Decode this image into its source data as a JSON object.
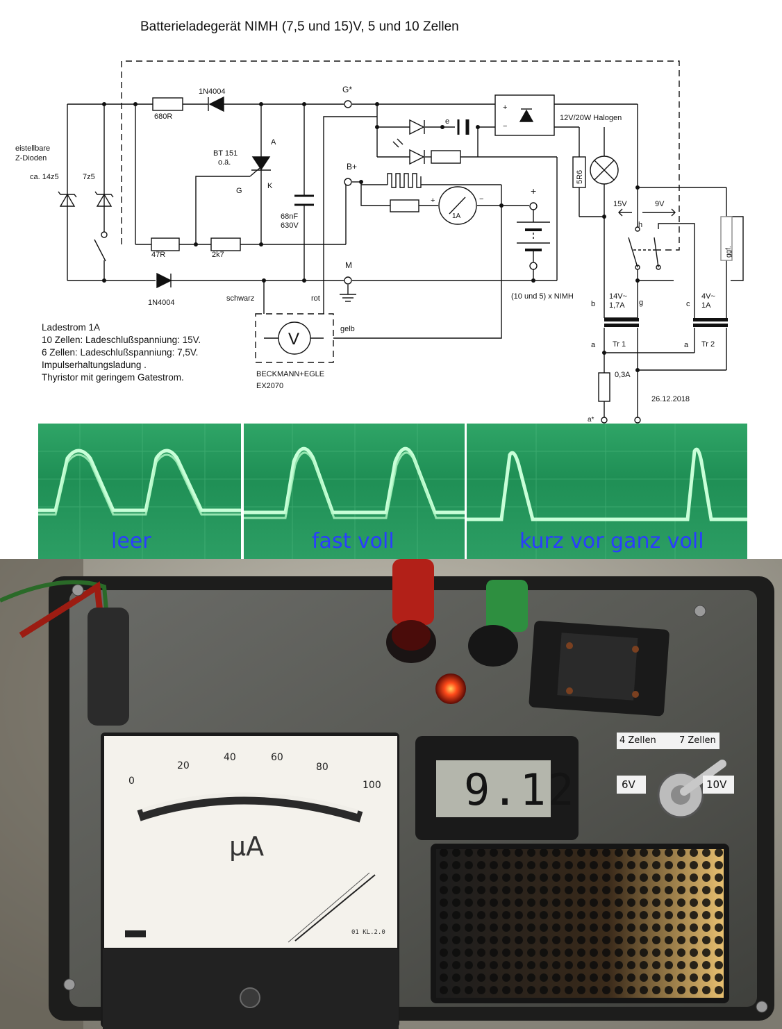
{
  "schematic": {
    "title": "Batterieladegerät NIMH  (7,5 und 15)V, 5 und 10 Zellen",
    "labels": {
      "diode_top": "1N4004",
      "res_680": "680R",
      "node_g": "G*",
      "zener_caption_1": "eistellbare",
      "zener_caption_2": "Z-Dioden",
      "zener_1": "ca. 14z5",
      "zener_2": "7z5",
      "thyristor": "BT 151",
      "thyristor_alt": "o.ä.",
      "anode": "A",
      "gate": "G",
      "kathode": "K",
      "cap_value": "68nF",
      "cap_voltage": "630V",
      "node_e": "e",
      "node_b": "B+",
      "ammeter_range": "1A",
      "lamp": "12V/20W Halogen",
      "res_5r6": "5R6",
      "res_47": "47R",
      "res_2k7": "2k7",
      "diode_bottom": "1N4004",
      "node_m": "M",
      "wire_black": "schwarz",
      "wire_red": "rot",
      "wire_yellow": "gelb",
      "battery": "(10 und 5) x NIMH",
      "meter_brand": "BECKMANN+EGLE",
      "meter_model": "EX2070",
      "volt_symbol": "V",
      "plus": "+",
      "minus": "−",
      "sw_15v": "15V",
      "sw_9v": "9V",
      "node_h": "h",
      "tr1_rating_1": "14V~",
      "tr1_rating_2": "1,7A",
      "tr2_rating_1": "4V~",
      "tr2_rating_2": "1A",
      "node_b2": "b",
      "node_g2": "g",
      "node_c": "c",
      "node_a1": "a",
      "node_a2": "a",
      "tr1": "Tr 1",
      "tr2": "Tr 2",
      "fuse": "0,3A",
      "optional": "ggf.",
      "node_a_star": "a*",
      "date": "26.12.2018"
    },
    "notes": [
      "Ladestrom 1A",
      "10 Zellen: Ladeschlußspanniung: 15V.",
      "6 Zellen: Ladeschlußspanniung: 7,5V.",
      "Impulserhaltungsladung .",
      "Thyristor mit geringem Gatestrom."
    ]
  },
  "oscillograms": [
    {
      "caption": "leer"
    },
    {
      "caption": "fast voll"
    },
    {
      "caption": "kurz vor ganz voll"
    }
  ],
  "photo": {
    "meter_scale": [
      "0",
      "20",
      "40",
      "60",
      "80",
      "100"
    ],
    "meter_unit": "µA",
    "meter_class": "01 KL.2.0",
    "display_value": "9.12",
    "switch_left_top": "4 Zellen",
    "switch_right_top": "7 Zellen",
    "switch_left": "6V",
    "switch_right": "10V"
  },
  "colors": {
    "trace": "#c8ffd8",
    "screen": "#239a5c",
    "caption": "#2a3cff",
    "lcd_bg": "#b4b6ac",
    "panel": "#5e5f5b"
  }
}
